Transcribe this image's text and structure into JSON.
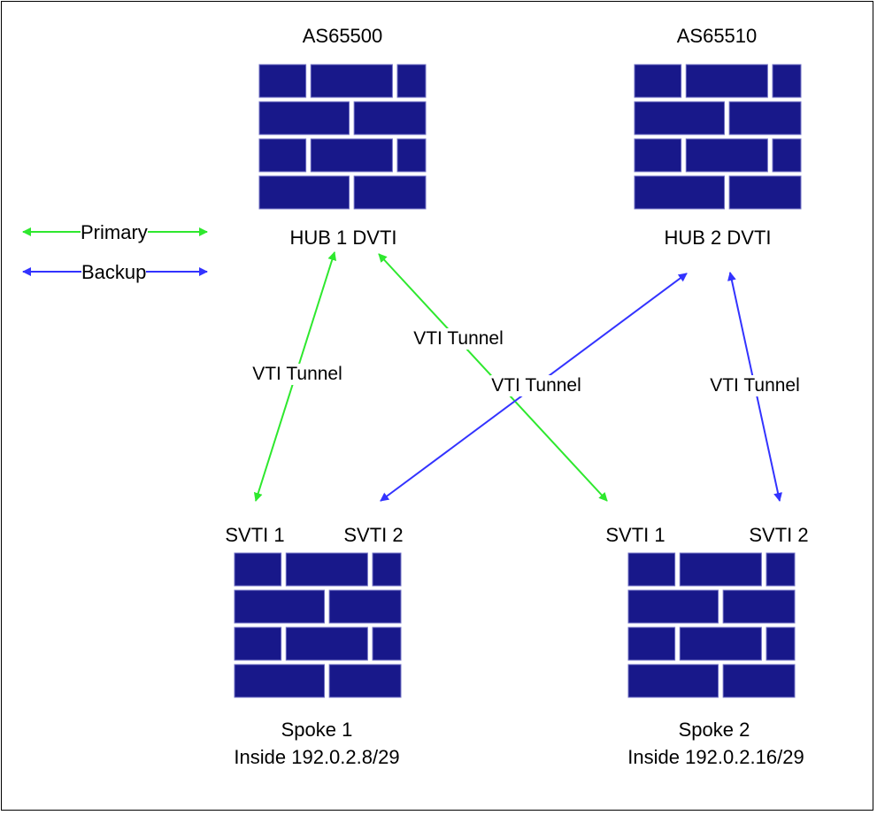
{
  "colors": {
    "primary": "#2ee82e",
    "backup": "#3333ff",
    "brick": "#18188a",
    "brick_edge": "#7070c4"
  },
  "legend": {
    "primary": "Primary",
    "backup": "Backup"
  },
  "hubs": [
    {
      "asn": "AS65500",
      "name": "HUB 1 DVTI"
    },
    {
      "asn": "AS65510",
      "name": "HUB 2 DVTI"
    }
  ],
  "spokes": [
    {
      "name": "Spoke 1",
      "subnet": "Inside 192.0.2.8/29",
      "ifaces": [
        "SVTI 1",
        "SVTI 2"
      ]
    },
    {
      "name": "Spoke 2",
      "subnet": "Inside 192.0.2.16/29",
      "ifaces": [
        "SVTI 1",
        "SVTI 2"
      ]
    }
  ],
  "tunnels": [
    {
      "label": "VTI Tunnel",
      "from": "HUB 1 DVTI",
      "to": "Spoke 1 SVTI 1",
      "type": "primary"
    },
    {
      "label": "VTI Tunnel",
      "from": "HUB 1 DVTI",
      "to": "Spoke 2 SVTI 1",
      "type": "primary"
    },
    {
      "label": "VTI Tunnel",
      "from": "HUB 2 DVTI",
      "to": "Spoke 1 SVTI 2",
      "type": "backup"
    },
    {
      "label": "VTI Tunnel",
      "from": "HUB 2 DVTI",
      "to": "Spoke 2 SVTI 2",
      "type": "backup"
    }
  ]
}
